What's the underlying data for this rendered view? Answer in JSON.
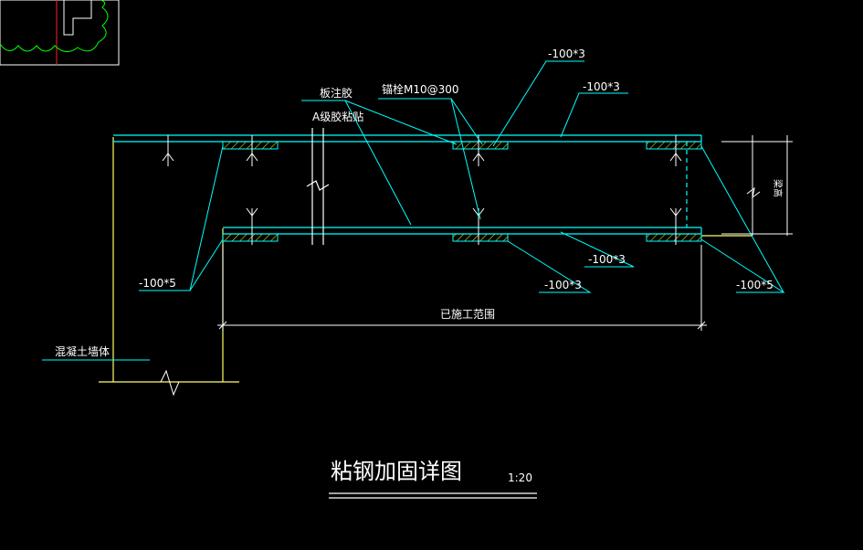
{
  "drawing": {
    "title": "粘钢加固详图",
    "scale": "1:20",
    "colors": {
      "background": "#000000",
      "linework": "#00ffff",
      "wall": "#ffff66",
      "text": "#ffffff",
      "hatch": "#ffff00",
      "thumbnail_outline": "#00ff00",
      "thumbnail_axis": "#ff0000"
    }
  },
  "labels": {
    "plate_top_1": "-100*3",
    "plate_top_2": "-100*3",
    "anchor_bolt": "锚栓M10@300",
    "glue_injection": "板注胶",
    "adhesive_grade": "A级胶粘贴",
    "plate_left": "-100*5",
    "plate_right": "-100*5",
    "plate_bottom_1": "-100*3",
    "plate_bottom_2": "-100*3",
    "construction_range": "已施工范围",
    "concrete_wall": "混凝土墙体",
    "beam_height": "梁高"
  }
}
